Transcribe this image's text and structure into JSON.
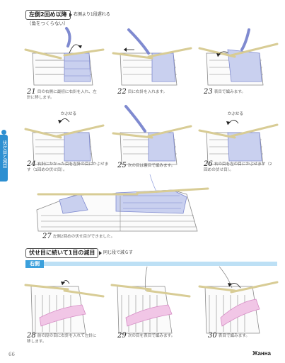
{
  "header1": {
    "title": "左側2回め以降",
    "note": "右側より1段遅れる",
    "sub": "（角をつくらない）"
  },
  "steps_top": [
    {
      "num": "21",
      "text": "目の右側に最初に右針を入れ、左針に移します。"
    },
    {
      "num": "22",
      "text": "目に右針を入れます。"
    },
    {
      "num": "23",
      "text": "表目で編みます。"
    },
    {
      "num": "24",
      "text": "右針にかかった目を左針の目にかぶせます（1回めの伏せ目）。"
    },
    {
      "num": "25",
      "text": "次の目は裏目で編みます。"
    },
    {
      "num": "26",
      "text": "右の目を左の目にかぶせます（2回めの伏せ目）。"
    },
    {
      "num": "27",
      "text": "左側2回めの伏せ目ができました。"
    }
  ],
  "kabuseru": "かぶせる",
  "header2": {
    "title": "伏せ目に続いて1目の減目",
    "note": "同じ段で減らす"
  },
  "subhead_right": "右側",
  "steps_bottom": [
    {
      "num": "28",
      "text": "前の段の目に右針を入れて左針に移します。"
    },
    {
      "num": "29",
      "text": "次の目を表目で編みます。"
    },
    {
      "num": "30",
      "text": "表目で編みます。"
    }
  ],
  "side_label": "伏せ目と減目",
  "page_number": "66",
  "watermark": "Жанна",
  "colors": {
    "accent": "#2d8fd1",
    "yarn_blue": "#9aa8e0",
    "yarn_pink": "#e6a6d6",
    "fabric_stroke": "#8a8a8a",
    "needle": "#e8dcae"
  }
}
